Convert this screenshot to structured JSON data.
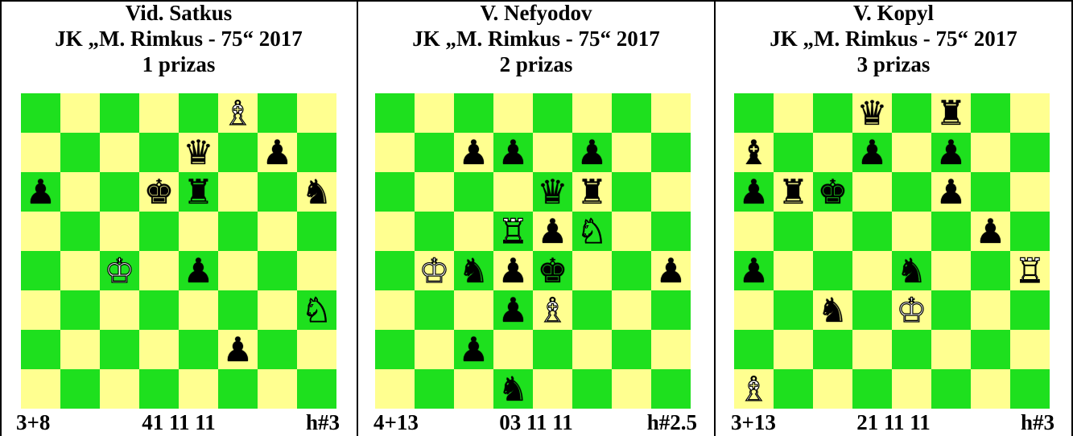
{
  "problems": [
    {
      "author": "Vid. Satkus",
      "tourney": "JK „M. Rimkus - 75“ 2017",
      "award": "1 prizas",
      "count": "3+8",
      "code": "41 11 11",
      "stipulation": "h#3",
      "pieces": [
        {
          "sq": "f8",
          "c": "w",
          "t": "B"
        },
        {
          "sq": "e7",
          "c": "b",
          "t": "Q"
        },
        {
          "sq": "g7",
          "c": "b",
          "t": "P"
        },
        {
          "sq": "a6",
          "c": "b",
          "t": "P"
        },
        {
          "sq": "d6",
          "c": "b",
          "t": "K"
        },
        {
          "sq": "e6",
          "c": "b",
          "t": "R"
        },
        {
          "sq": "h6",
          "c": "b",
          "t": "N"
        },
        {
          "sq": "c4",
          "c": "w",
          "t": "K"
        },
        {
          "sq": "e4",
          "c": "b",
          "t": "P"
        },
        {
          "sq": "h3",
          "c": "w",
          "t": "N"
        },
        {
          "sq": "f2",
          "c": "b",
          "t": "P"
        }
      ]
    },
    {
      "author": "V. Nefyodov",
      "tourney": "JK „M. Rimkus - 75“ 2017",
      "award": "2 prizas",
      "count": "4+13",
      "code": "03 11 11",
      "stipulation": "h#2.5",
      "pieces": [
        {
          "sq": "c7",
          "c": "b",
          "t": "P"
        },
        {
          "sq": "d7",
          "c": "b",
          "t": "P"
        },
        {
          "sq": "f7",
          "c": "b",
          "t": "P"
        },
        {
          "sq": "e6",
          "c": "b",
          "t": "Q"
        },
        {
          "sq": "f6",
          "c": "b",
          "t": "R"
        },
        {
          "sq": "d5",
          "c": "w",
          "t": "R"
        },
        {
          "sq": "e5",
          "c": "b",
          "t": "P"
        },
        {
          "sq": "f5",
          "c": "w",
          "t": "N"
        },
        {
          "sq": "b4",
          "c": "w",
          "t": "K"
        },
        {
          "sq": "c4",
          "c": "b",
          "t": "N"
        },
        {
          "sq": "d4",
          "c": "b",
          "t": "P"
        },
        {
          "sq": "e4",
          "c": "b",
          "t": "K"
        },
        {
          "sq": "h4",
          "c": "b",
          "t": "P"
        },
        {
          "sq": "d3",
          "c": "b",
          "t": "P"
        },
        {
          "sq": "e3",
          "c": "w",
          "t": "B"
        },
        {
          "sq": "c2",
          "c": "b",
          "t": "P"
        },
        {
          "sq": "d1",
          "c": "b",
          "t": "N"
        }
      ]
    },
    {
      "author": "V. Kopyl",
      "tourney": "JK „M. Rimkus - 75“ 2017",
      "award": "3 prizas",
      "count": "3+13",
      "code": "21 11 11",
      "stipulation": "h#3",
      "pieces": [
        {
          "sq": "d8",
          "c": "b",
          "t": "Q"
        },
        {
          "sq": "f8",
          "c": "b",
          "t": "R"
        },
        {
          "sq": "a7",
          "c": "b",
          "t": "B"
        },
        {
          "sq": "d7",
          "c": "b",
          "t": "P"
        },
        {
          "sq": "f7",
          "c": "b",
          "t": "P"
        },
        {
          "sq": "a6",
          "c": "b",
          "t": "P"
        },
        {
          "sq": "b6",
          "c": "b",
          "t": "R"
        },
        {
          "sq": "c6",
          "c": "b",
          "t": "K"
        },
        {
          "sq": "f6",
          "c": "b",
          "t": "P"
        },
        {
          "sq": "g5",
          "c": "b",
          "t": "P"
        },
        {
          "sq": "a4",
          "c": "b",
          "t": "P"
        },
        {
          "sq": "e4",
          "c": "b",
          "t": "N"
        },
        {
          "sq": "h4",
          "c": "w",
          "t": "R"
        },
        {
          "sq": "c3",
          "c": "b",
          "t": "N"
        },
        {
          "sq": "e3",
          "c": "w",
          "t": "K"
        },
        {
          "sq": "a1",
          "c": "w",
          "t": "B"
        }
      ]
    }
  ],
  "colors": {
    "light": "#ffff90",
    "dark": "#1ee01e",
    "white_piece": "#ffffff",
    "black_piece": "#000000"
  }
}
